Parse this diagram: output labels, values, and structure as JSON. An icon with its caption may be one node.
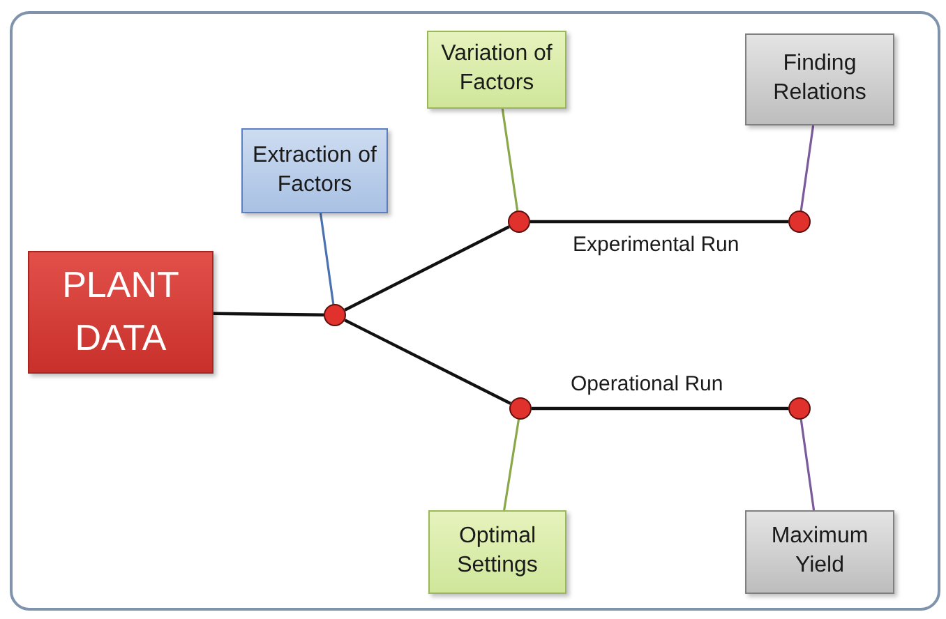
{
  "diagram": {
    "nodes": [
      {
        "text": [
          "PLANT DATA"
        ]
      },
      {
        "text": [
          "Extraction of Factors"
        ]
      },
      {
        "text": [
          "Variation of Factors"
        ]
      },
      {
        "text": [
          "Finding Relations"
        ]
      },
      {
        "text": [
          "Optimal Settings"
        ]
      },
      {
        "text": [
          "Maximum Yield"
        ]
      },
      {
        "text": [],
        "shape": "circle"
      },
      {
        "text": [],
        "shape": "circle"
      },
      {
        "text": [],
        "shape": "circle"
      },
      {
        "text": [],
        "shape": "circle"
      },
      {
        "text": [],
        "shape": "circle"
      }
    ],
    "edges": [
      {
        "from": 0,
        "to": 6,
        "arrow": "none"
      },
      {
        "from": 6,
        "to": 7,
        "arrow": "none"
      },
      {
        "from": 7,
        "to": 8,
        "arrow": "none",
        "label": "Experimental Run"
      },
      {
        "from": 6,
        "to": 9,
        "arrow": "none"
      },
      {
        "from": 9,
        "to": 10,
        "arrow": "none",
        "label": "Operational Run"
      },
      {
        "from": 1,
        "to": 6,
        "arrow": "none",
        "color": "#4a72b0"
      },
      {
        "from": 2,
        "to": 7,
        "arrow": "none",
        "color": "#8aa84a"
      },
      {
        "from": 3,
        "to": 8,
        "arrow": "none",
        "color": "#7a5a9a"
      },
      {
        "from": 4,
        "to": 9,
        "arrow": "none",
        "color": "#8aa84a"
      },
      {
        "from": 5,
        "to": 10,
        "arrow": "none",
        "color": "#7a5a9a"
      }
    ]
  }
}
